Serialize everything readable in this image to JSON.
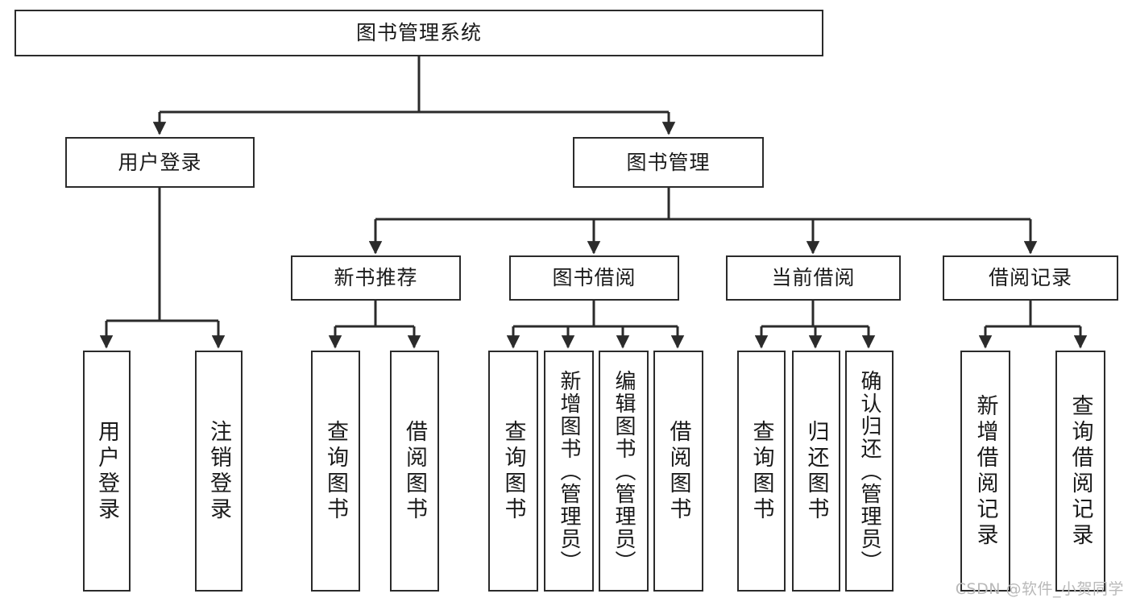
{
  "diagram": {
    "title": "图书管理系统",
    "type": "tree-hierarchy-chart",
    "watermark": "CSDN @软件_小贺同学",
    "colors": {
      "box_border": "#2b2b2b",
      "box_fill": "#ffffff",
      "edge": "#2b2b2b",
      "text": "#1a1a1a",
      "watermark": "#b9b9b9",
      "background": "#ffffff"
    }
  },
  "nodes": {
    "root": {
      "label": "图书管理系统"
    },
    "level2": [
      {
        "label": "用户登录"
      },
      {
        "label": "图书管理"
      }
    ],
    "level3": [
      {
        "label": "新书推荐"
      },
      {
        "label": "图书借阅"
      },
      {
        "label": "当前借阅"
      },
      {
        "label": "借阅记录"
      }
    ],
    "leaves": {
      "user_login": [
        {
          "label": "用户登录"
        },
        {
          "label": "注销登录"
        }
      ],
      "new_book_recommend": [
        {
          "label": "查询图书"
        },
        {
          "label": "借阅图书"
        }
      ],
      "book_borrow": [
        {
          "label": "查询图书"
        },
        {
          "label": "新增图书（管理员）"
        },
        {
          "label": "编辑图书（管理员）"
        },
        {
          "label": "借阅图书"
        }
      ],
      "current_borrow": [
        {
          "label": "查询图书"
        },
        {
          "label": "归还图书"
        },
        {
          "label": "确认归还（管理员）"
        }
      ],
      "borrow_record": [
        {
          "label": "新增借阅记录"
        },
        {
          "label": "查询借阅记录"
        }
      ]
    }
  }
}
